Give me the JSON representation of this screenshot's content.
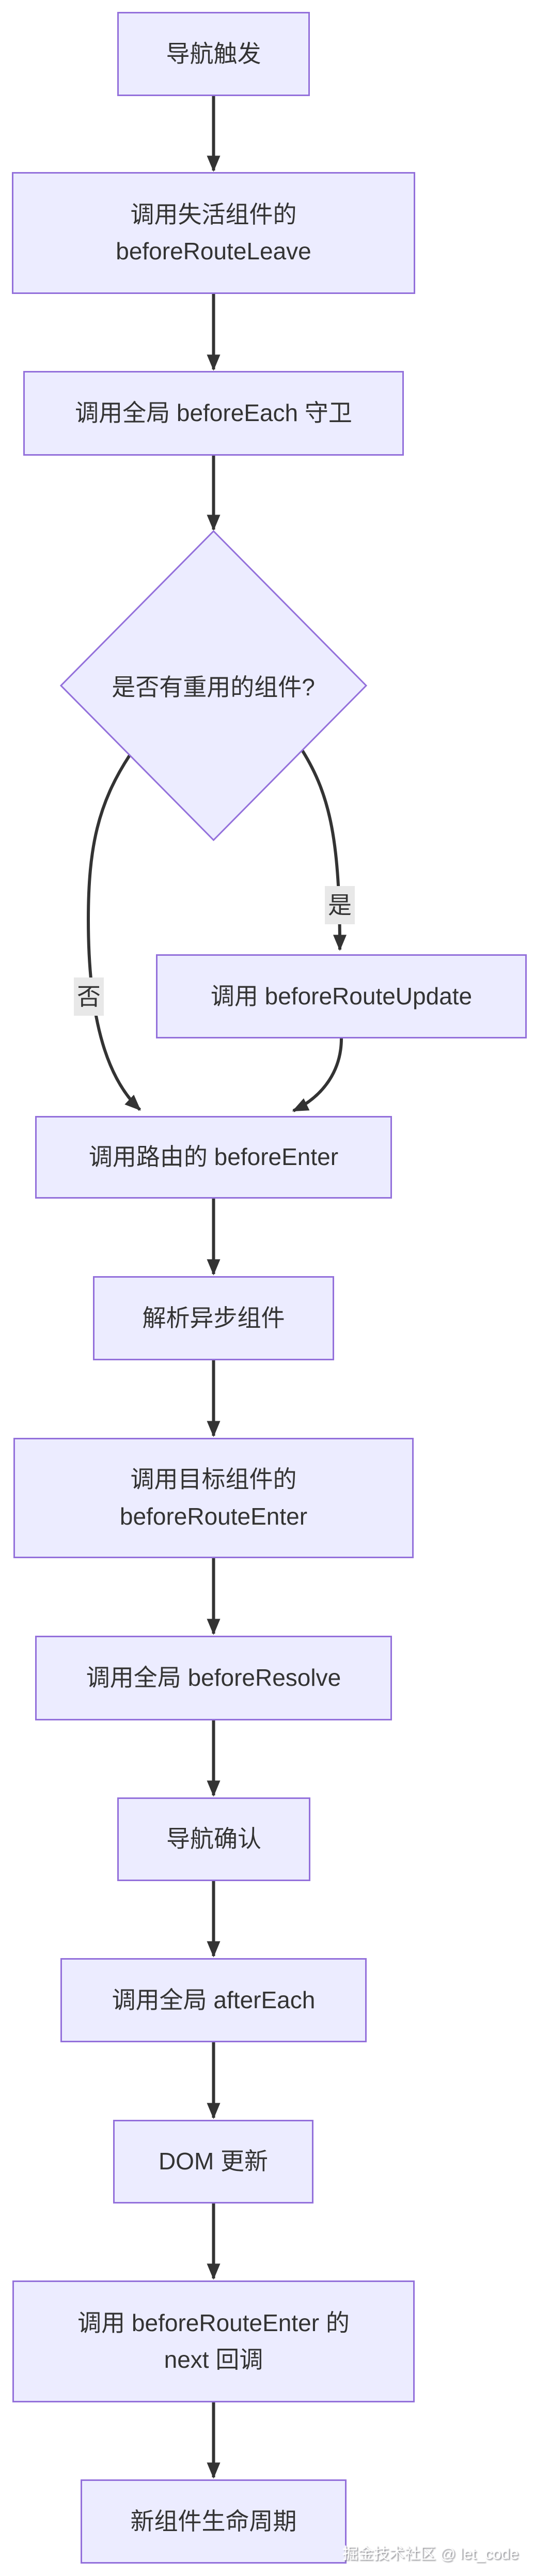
{
  "diagram": {
    "type": "flowchart",
    "direction": "top-down",
    "nodes": {
      "nav_trigger": {
        "label": "导航触发"
      },
      "leave": {
        "line1": "调用失活组件的",
        "line2": "beforeRouteLeave"
      },
      "before_each": {
        "label": "调用全局 beforeEach 守卫"
      },
      "reuse_decision": {
        "label": "是否有重用的组件?"
      },
      "route_update": {
        "label": "调用 beforeRouteUpdate"
      },
      "before_enter": {
        "label": "调用路由的 beforeEnter"
      },
      "resolve_async": {
        "label": "解析异步组件"
      },
      "target_enter": {
        "line1": "调用目标组件的",
        "line2": "beforeRouteEnter"
      },
      "before_resolve": {
        "label": "调用全局 beforeResolve"
      },
      "nav_confirmed": {
        "label": "导航确认"
      },
      "after_each": {
        "label": "调用全局 afterEach"
      },
      "dom_update": {
        "label": "DOM 更新"
      },
      "next_callback": {
        "line1": "调用 beforeRouteEnter 的",
        "line2": "next 回调"
      },
      "new_lifecycle": {
        "label": "新组件生命周期"
      }
    },
    "edge_labels": {
      "yes": "是",
      "no": "否"
    },
    "colors": {
      "node_fill": "#ECECFF",
      "node_border": "#9370DB",
      "edge": "#333333",
      "text": "#333333",
      "label_bg": "#e8e8e8",
      "canvas_bg": "#ffffff"
    }
  },
  "watermark": {
    "text": "掘金技术社区 @ let_code"
  }
}
